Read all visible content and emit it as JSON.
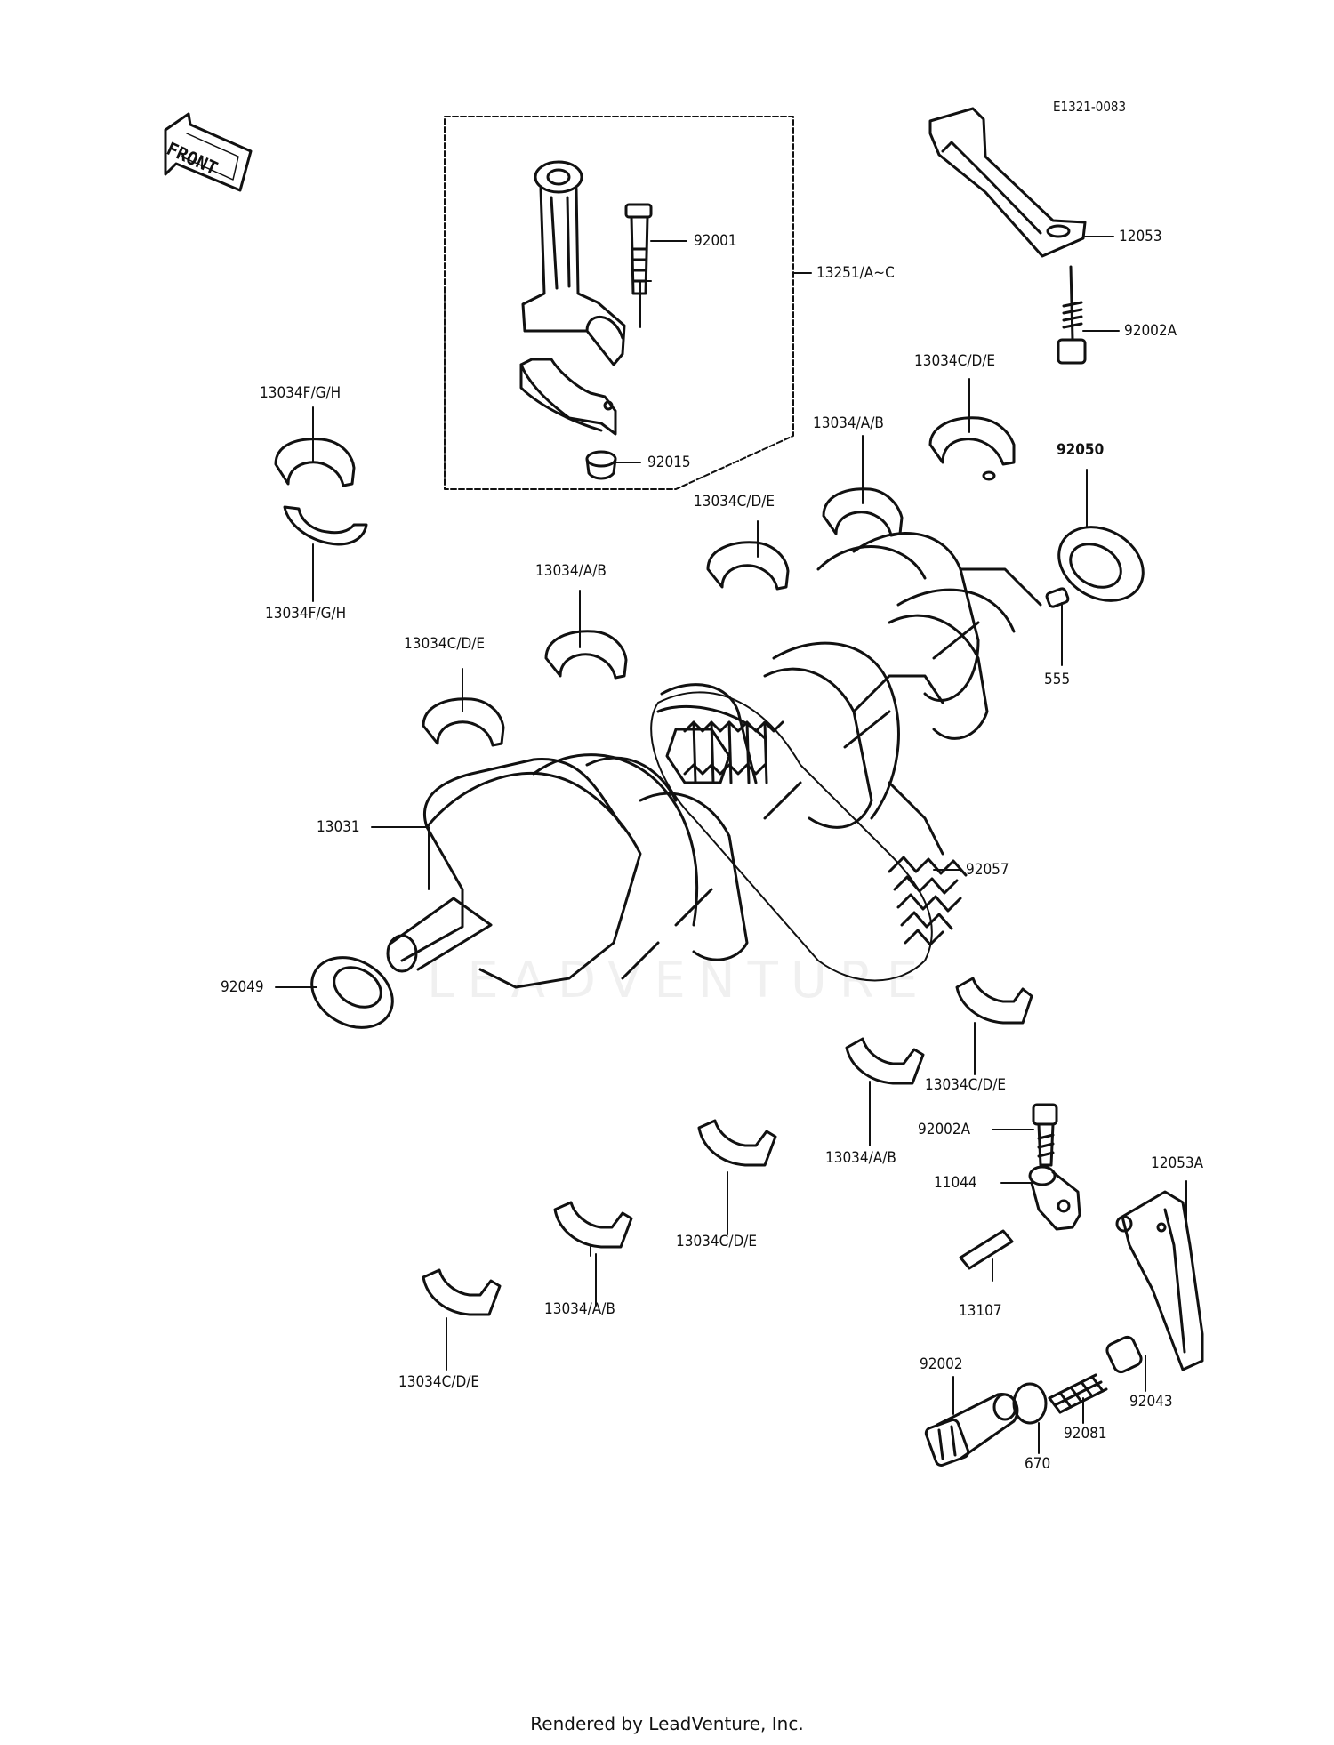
{
  "diagram_code": "E1321-0083",
  "front_label": "FRONT",
  "watermark": "LEADVENTURE",
  "footer": "Rendered by LeadVenture, Inc.",
  "parts": [
    {
      "id": "p92001",
      "label": "92001"
    },
    {
      "id": "p13251",
      "label": "13251/A~C"
    },
    {
      "id": "p92015",
      "label": "92015"
    },
    {
      "id": "p12053",
      "label": "12053"
    },
    {
      "id": "p92002A_top",
      "label": "92002A"
    },
    {
      "id": "p13034CDE_a",
      "label": "13034C/D/E"
    },
    {
      "id": "p92050",
      "label": "92050"
    },
    {
      "id": "p13034AB_a",
      "label": "13034/A/B"
    },
    {
      "id": "p13034FGH_top",
      "label": "13034F/G/H"
    },
    {
      "id": "p13034FGH_bot",
      "label": "13034F/G/H"
    },
    {
      "id": "p13034CDE_b",
      "label": "13034C/D/E"
    },
    {
      "id": "p13034AB_b",
      "label": "13034/A/B"
    },
    {
      "id": "p555",
      "label": "555"
    },
    {
      "id": "p13034CDE_c",
      "label": "13034C/D/E"
    },
    {
      "id": "p13031",
      "label": "13031"
    },
    {
      "id": "p92057",
      "label": "92057"
    },
    {
      "id": "p92049",
      "label": "92049"
    },
    {
      "id": "p13034CDE_d",
      "label": "13034C/D/E"
    },
    {
      "id": "p92002A_bot",
      "label": "92002A"
    },
    {
      "id": "p13034AB_c",
      "label": "13034/A/B"
    },
    {
      "id": "p11044",
      "label": "11044"
    },
    {
      "id": "p12053A",
      "label": "12053A"
    },
    {
      "id": "p13034CDE_e",
      "label": "13034C/D/E"
    },
    {
      "id": "p13034AB_d",
      "label": "13034/A/B"
    },
    {
      "id": "p13107",
      "label": "13107"
    },
    {
      "id": "p13034CDE_f",
      "label": "13034C/D/E"
    },
    {
      "id": "p92002",
      "label": "92002"
    },
    {
      "id": "p92043",
      "label": "92043"
    },
    {
      "id": "p92081",
      "label": "92081"
    },
    {
      "id": "p670",
      "label": "670"
    }
  ]
}
